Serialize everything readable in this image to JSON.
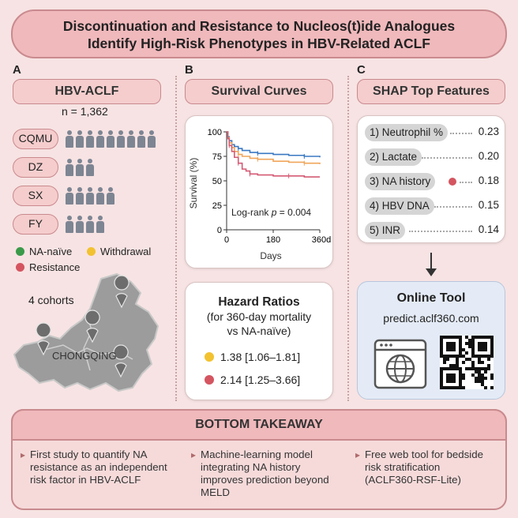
{
  "title": {
    "line1": "Discontinuation and Resistance to Nucleos(t)ide Analogues",
    "line2": "Identify High-Risk Phenotypes in HBV-Related ACLF"
  },
  "colors": {
    "na_naive": "#3a9a4a",
    "withdrawal": "#f2c230",
    "resistance": "#d45560",
    "km_blue": "#3a78c2",
    "km_orange": "#f0a55a",
    "km_pink": "#d45b74"
  },
  "panel_a": {
    "letter": "A",
    "header": "HBV-ACLF",
    "n_text": "n = 1,362",
    "cohorts": [
      {
        "name": "CQMU",
        "icon_count": 9
      },
      {
        "name": "DZ",
        "icon_count": 3
      },
      {
        "name": "SX",
        "icon_count": 5
      },
      {
        "name": "FY",
        "icon_count": 4
      }
    ],
    "legend": {
      "na_naive": "NA-naïve",
      "withdrawal": "Withdrawal",
      "resistance": "Resistance"
    },
    "map_label": "4 cohorts",
    "region_label": "CHONGQING"
  },
  "panel_b": {
    "letter": "B",
    "header": "Survival Curves",
    "hazard": {
      "title": "Hazard Ratios",
      "subtitle1": "(for 360-day mortality",
      "subtitle2": "vs NA-naïve)",
      "rows": [
        {
          "value": "1.38 [1.06–1.81]",
          "color": "#f2c230"
        },
        {
          "value": "2.14 [1.25–3.66]",
          "color": "#d45560"
        }
      ]
    }
  },
  "chart_data": {
    "type": "line",
    "title": "",
    "xlabel": "Days",
    "ylabel": "Survival (%)",
    "xlim": [
      0,
      360
    ],
    "ylim": [
      0,
      100
    ],
    "x_ticks": [
      "0",
      "180",
      "360d"
    ],
    "y_ticks": [
      "0",
      "25",
      "50",
      "75",
      "100"
    ],
    "annotation_prefix": "Log-rank ",
    "annotation_p": "p",
    "annotation_value": " = 0.004",
    "series": [
      {
        "color": "#3a78c2",
        "x": [
          0,
          5,
          10,
          20,
          30,
          45,
          60,
          90,
          120,
          180,
          240,
          300,
          360
        ],
        "y": [
          100,
          95,
          91,
          87,
          85,
          83,
          81,
          79,
          78,
          77,
          76,
          75,
          74
        ]
      },
      {
        "color": "#f0a55a",
        "x": [
          0,
          5,
          10,
          20,
          30,
          45,
          60,
          90,
          120,
          180,
          240,
          300,
          360
        ],
        "y": [
          100,
          94,
          89,
          84,
          80,
          77,
          75,
          73,
          72,
          70,
          69,
          68,
          67
        ]
      },
      {
        "color": "#d45b74",
        "x": [
          0,
          5,
          10,
          20,
          30,
          45,
          60,
          75,
          90,
          120,
          180,
          240,
          300,
          360
        ],
        "y": [
          100,
          93,
          86,
          80,
          74,
          68,
          62,
          60,
          57,
          56,
          55,
          55,
          54,
          54
        ]
      }
    ]
  },
  "panel_c": {
    "letter": "C",
    "header": "SHAP Top Features",
    "features": [
      {
        "label": "1) Neutrophil %",
        "value": "0.23"
      },
      {
        "label": "2) Lactate",
        "value": "0.20"
      },
      {
        "label": "3) NA history",
        "value": "0.18",
        "marker": "#d45560"
      },
      {
        "label": "4) HBV DNA",
        "value": "0.15"
      },
      {
        "label": "5) INR",
        "value": "0.14"
      }
    ],
    "tool": {
      "title": "Online Tool",
      "url": "predict.aclf360.com"
    }
  },
  "bottom": {
    "title": "BOTTOM TAKEAWAY",
    "items": [
      {
        "line1": "First study to quantify NA",
        "line2": "resistance as an independent",
        "line3": "risk factor in HBV-ACLF"
      },
      {
        "line1": "Machine-learning model",
        "line2": "integrating NA history",
        "line3": "improves prediction beyond",
        "line4": "MELD"
      },
      {
        "line1": "Free web tool for bedside",
        "line2": "risk stratification",
        "line3": "(ACLF360-RSF-Lite)"
      }
    ]
  }
}
